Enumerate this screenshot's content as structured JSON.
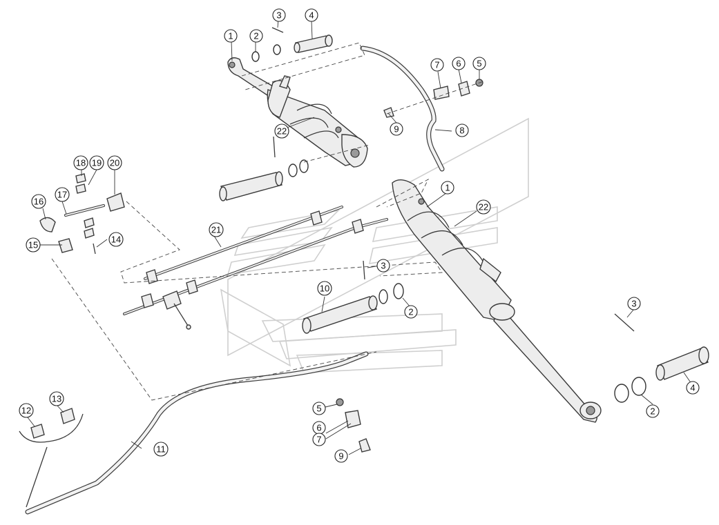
{
  "callouts": [
    {
      "label": "1"
    },
    {
      "label": "2"
    },
    {
      "label": "3"
    },
    {
      "label": "4"
    },
    {
      "label": "7"
    },
    {
      "label": "6"
    },
    {
      "label": "5"
    },
    {
      "label": "9"
    },
    {
      "label": "8"
    },
    {
      "label": "22"
    },
    {
      "label": "18"
    },
    {
      "label": "19"
    },
    {
      "label": "20"
    },
    {
      "label": "17"
    },
    {
      "label": "16"
    },
    {
      "label": "21"
    },
    {
      "label": "15"
    },
    {
      "label": "14"
    },
    {
      "label": "1"
    },
    {
      "label": "22"
    },
    {
      "label": "3"
    },
    {
      "label": "10"
    },
    {
      "label": "2"
    },
    {
      "label": "3"
    },
    {
      "label": "4"
    },
    {
      "label": "2"
    },
    {
      "label": "12"
    },
    {
      "label": "13"
    },
    {
      "label": "11"
    },
    {
      "label": "5"
    },
    {
      "label": "6"
    },
    {
      "label": "7"
    },
    {
      "label": "9"
    }
  ]
}
